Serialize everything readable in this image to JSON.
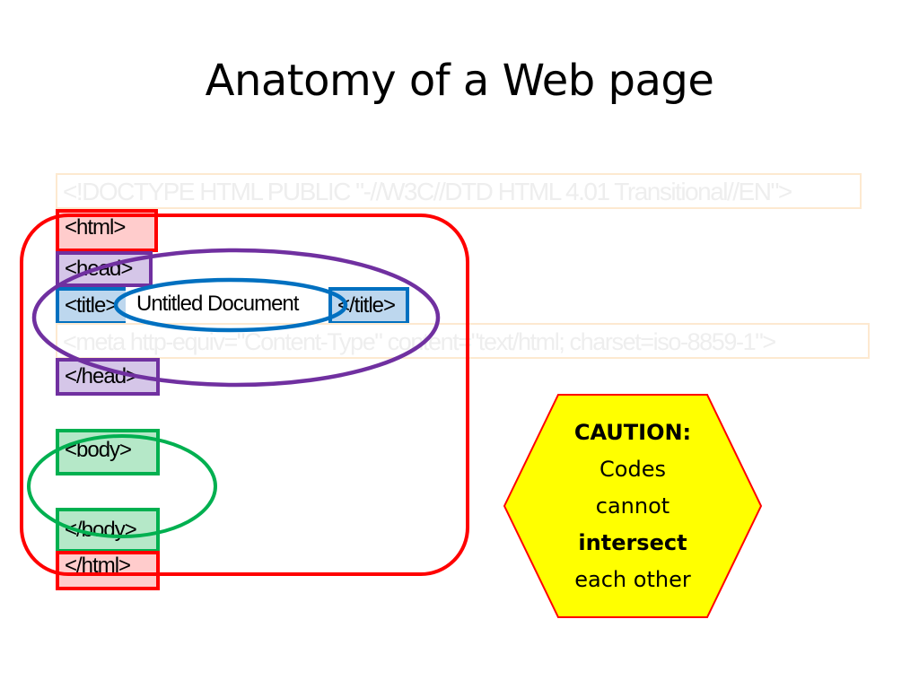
{
  "slide": {
    "title": "Anatomy of a Web page"
  },
  "code": {
    "doctype": "<!DOCTYPE HTML PUBLIC \"-//W3C//DTD HTML 4.01 Transitional//EN\">",
    "html_open": "<html>",
    "head_open": "<head>",
    "title_open": "<title>",
    "title_text": "Untitled Document",
    "title_close": "</title>",
    "meta": "<meta http-equiv=\"Content-Type\" content=\"text/html; charset=iso-8859-1\">",
    "head_close": "</head>",
    "body_open": "<body>",
    "body_close": "</body>",
    "html_close": "</html>"
  },
  "caution": {
    "heading": "CAUTION:",
    "line1": "Codes",
    "line2": "cannot",
    "emphasis": "intersect",
    "line3": "each other"
  },
  "colors": {
    "html": "#ff0000",
    "head": "#7030a0",
    "title": "#0070c0",
    "body": "#00b050",
    "caution_fill": "#ffff00",
    "caution_stroke": "#ff0000"
  }
}
